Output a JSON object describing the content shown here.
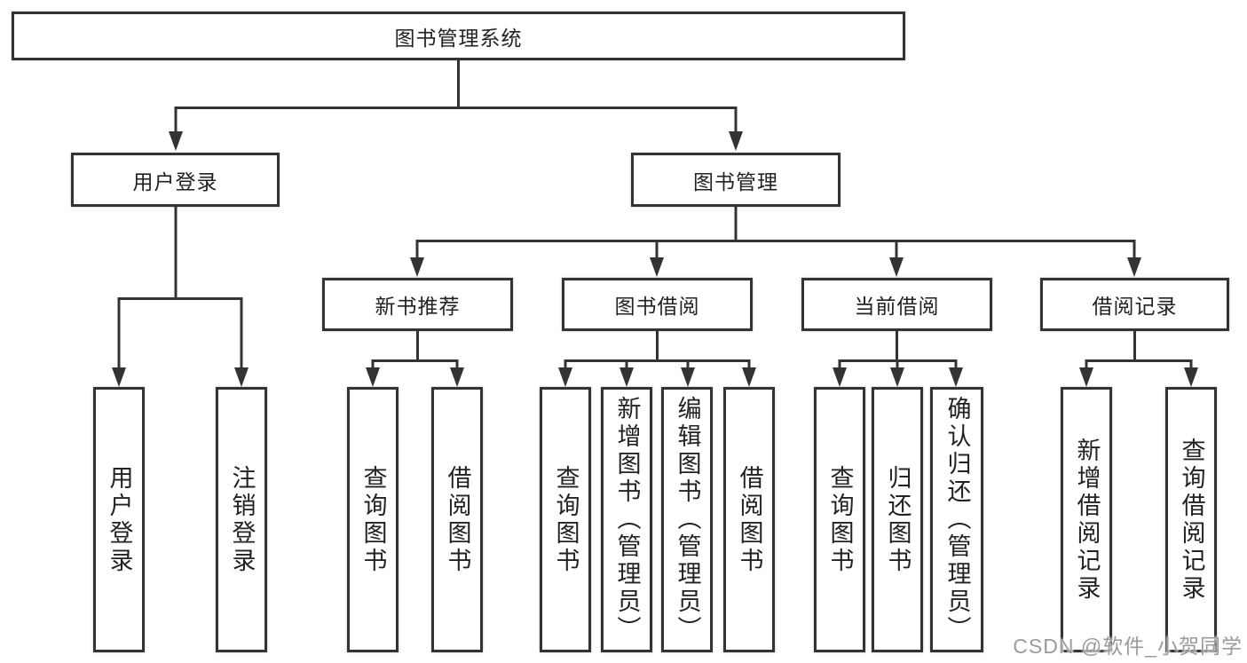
{
  "diagram": {
    "root": {
      "label": "图书管理系统"
    },
    "level1": [
      {
        "label": "用户登录"
      },
      {
        "label": "图书管理"
      }
    ],
    "level2": [
      {
        "label": "新书推荐"
      },
      {
        "label": "图书借阅"
      },
      {
        "label": "当前借阅"
      },
      {
        "label": "借阅记录"
      }
    ],
    "leaves": {
      "user_login": [
        {
          "label": "用户登录"
        },
        {
          "label": "注销登录"
        }
      ],
      "new_book_recommend": [
        {
          "label": "查询图书"
        },
        {
          "label": "借阅图书"
        }
      ],
      "book_borrowing": [
        {
          "label": "查询图书"
        },
        {
          "label": "新增图书（管理员）"
        },
        {
          "label": "编辑图书（管理员）"
        },
        {
          "label": "借阅图书"
        }
      ],
      "current_borrowing": [
        {
          "label": "查询图书"
        },
        {
          "label": "归还图书"
        },
        {
          "label": "确认归还（管理员）"
        }
      ],
      "borrowing_records": [
        {
          "label": "新增借阅记录"
        },
        {
          "label": "查询借阅记录"
        }
      ]
    }
  },
  "watermark": {
    "text": "CSDN @软件_小贺同学",
    "color": "#9b9b9b"
  },
  "colors": {
    "line": "#333333",
    "box_border": "#333333",
    "text": "#222222",
    "background": "#ffffff"
  }
}
